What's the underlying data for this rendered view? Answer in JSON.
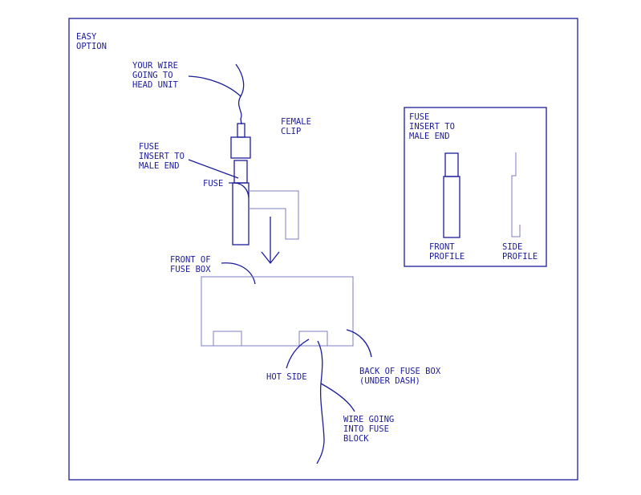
{
  "title": [
    "EASY",
    "OPTION"
  ],
  "labels": {
    "your_wire": [
      "YOUR WIRE",
      "GOING TO",
      "HEAD UNIT"
    ],
    "female_clip": [
      "FEMALE",
      "CLIP"
    ],
    "fuse_insert": [
      "FUSE",
      "INSERT TO",
      "MALE END"
    ],
    "fuse": "FUSE",
    "front_of_fuse_box": [
      "FRONT OF",
      "FUSE BOX"
    ],
    "hot_side": "HOT SIDE",
    "back_of_fuse_box": [
      "BACK OF FUSE BOX",
      "(UNDER DASH)"
    ],
    "wire_going": [
      "WIRE GOING",
      "INTO FUSE",
      "BLOCK"
    ]
  },
  "inset": {
    "title": [
      "FUSE",
      "INSERT TO",
      "MALE END"
    ],
    "front_profile": [
      "FRONT",
      "PROFILE"
    ],
    "side_profile": [
      "SIDE",
      "PROFILE"
    ]
  },
  "colors": {
    "ink": "#1c1c9c",
    "light_ink": "#7c7cc4"
  }
}
